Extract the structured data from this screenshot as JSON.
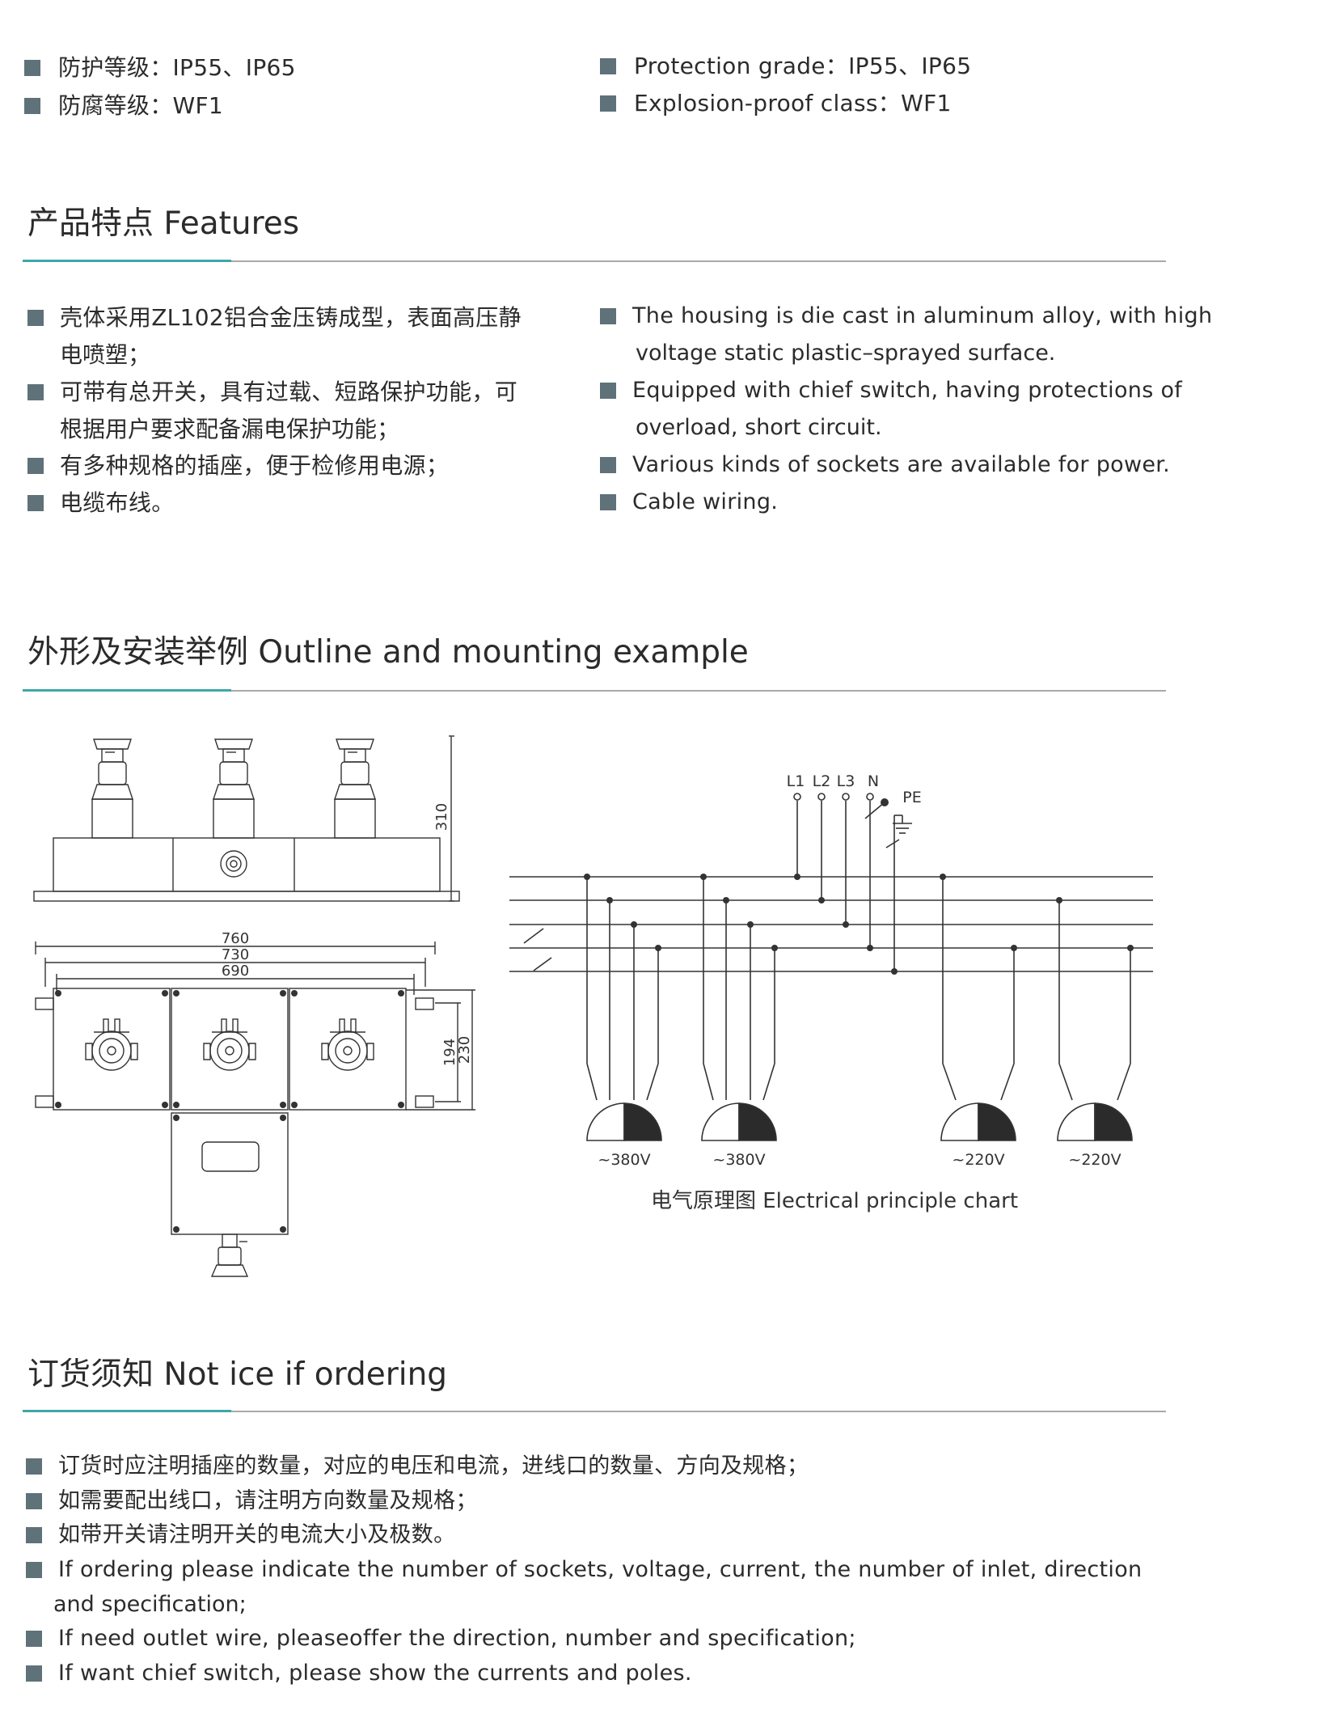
{
  "specs": {
    "cn": [
      "防护等级：IP55、IP65",
      "防腐等级：WF1"
    ],
    "en": [
      "Protection grade：IP55、IP65",
      "Explosion-proof class：WF1"
    ]
  },
  "features": {
    "title": "产品特点  Features",
    "cn": [
      [
        "壳体采用ZL102铝合金压铸成型，表面高压静",
        "电喷塑；"
      ],
      [
        "可带有总开关，具有过载、短路保护功能，可",
        "根据用户要求配备漏电保护功能；"
      ],
      [
        "有多种规格的插座，便于检修用电源；"
      ],
      [
        "电缆布线。"
      ]
    ],
    "en": [
      [
        "The housing is die cast in aluminum alloy, with high",
        "voltage static plastic–sprayed surface."
      ],
      [
        "Equipped with chief switch, having protections of",
        "overload, short circuit."
      ],
      [
        "Various kinds of sockets are available for power."
      ],
      [
        "Cable wiring."
      ]
    ]
  },
  "outline": {
    "title": "外形及安装举例  Outline and mounting example",
    "dims": {
      "height": "310",
      "w1": "760",
      "w2": "730",
      "w3": "690",
      "h1": "194",
      "h2": "230"
    }
  },
  "circuit": {
    "labels": {
      "l1": "L1",
      "l2": "L2",
      "l3": "L3",
      "n": "N",
      "pe": "PE"
    },
    "sockets": [
      "~380V",
      "~380V",
      "~220V",
      "~220V"
    ],
    "caption": "电气原理图 Electrical principle chart"
  },
  "ordering": {
    "title": "订货须知  Not ice if ordering",
    "items": [
      [
        "订货时应注明插座的数量，对应的电压和电流，进线口的数量、方向及规格；"
      ],
      [
        "如需要配出线口，请注明方向数量及规格；"
      ],
      [
        "如带开关请注明开关的电流大小及极数。"
      ],
      [
        "If ordering please indicate the number of sockets, voltage, current, the number of inlet, direction",
        "and specification;"
      ],
      [
        "If need outlet wire, pleaseoffer the direction, number and specification;"
      ],
      [
        "If want chief switch, please show the currents and poles."
      ]
    ]
  }
}
